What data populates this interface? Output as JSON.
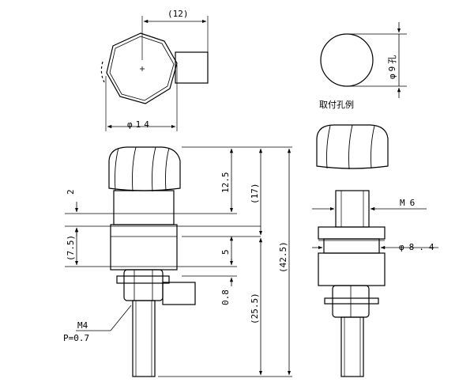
{
  "top_view": {
    "width_label": "(12)",
    "diameter_label": "φ14"
  },
  "hole_example": {
    "diameter_label": "φ9孔",
    "caption": "取付孔例"
  },
  "front_view": {
    "dim_2": "2",
    "dim_7_5": "(7.5)",
    "dim_12_5": "12.5",
    "dim_17": "(17)",
    "dim_42_5": "(42.5)",
    "dim_5": "5",
    "dim_0_8": "0.8",
    "dim_25_5": "(25.5)",
    "thread_spec": "M4",
    "thread_pitch": "P=0.7"
  },
  "side_view": {
    "thread_label": "M6",
    "diameter_label": "φ8.4"
  }
}
